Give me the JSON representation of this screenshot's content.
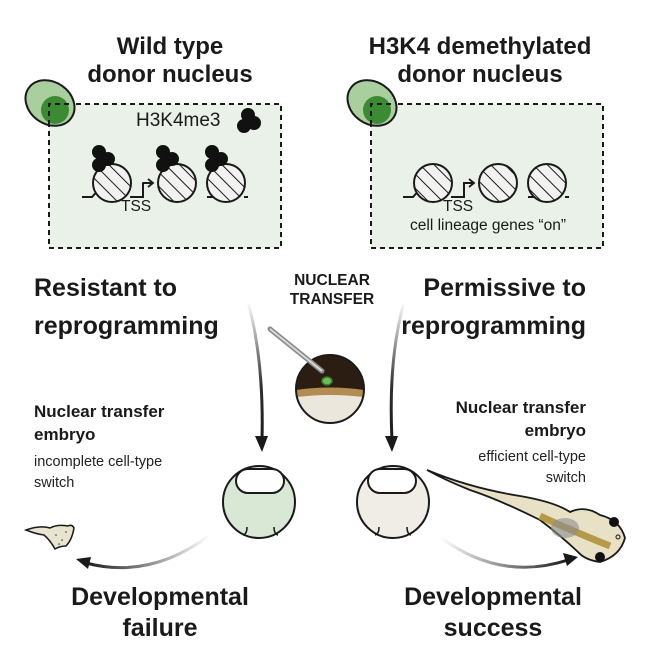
{
  "left_panel": {
    "title_line1": "Wild type",
    "title_line2": "donor nucleus",
    "mark_label": "H3K4me3",
    "tss_label": "TSS"
  },
  "right_panel": {
    "title_line1": "H3K4 demethylated",
    "title_line2": "donor nucleus",
    "tss_label": "TSS",
    "genes_label": "cell lineage genes “on”"
  },
  "center": {
    "line1": "NUCLEAR",
    "line2": "TRANSFER"
  },
  "left_outcome": {
    "heading_line1": "Resistant to",
    "heading_line2": "reprogramming",
    "embryo_line1": "Nuclear transfer",
    "embryo_line2": "embryo",
    "desc_line1": "incomplete cell-type",
    "desc_line2": "switch",
    "result_line1": "Developmental",
    "result_line2": "failure"
  },
  "right_outcome": {
    "heading_line1": "Permissive to",
    "heading_line2": "reprogramming",
    "embryo_line1": "Nuclear transfer",
    "embryo_line2": "embryo",
    "desc_line1": "efficient cell-type",
    "desc_line2": "switch",
    "result_line1": "Developmental",
    "result_line2": "success"
  },
  "colors": {
    "panel_fill": "#e9f1e8",
    "cell_light_green": "#a9cf9f",
    "nucleus_green": "#3d8a35",
    "embryo_green": "#d8e8d4",
    "embryo_beige": "#efede6",
    "oocyte_dark": "#2b1d12",
    "oocyte_band": "#b38c54",
    "oocyte_light": "#ebe7dc"
  }
}
